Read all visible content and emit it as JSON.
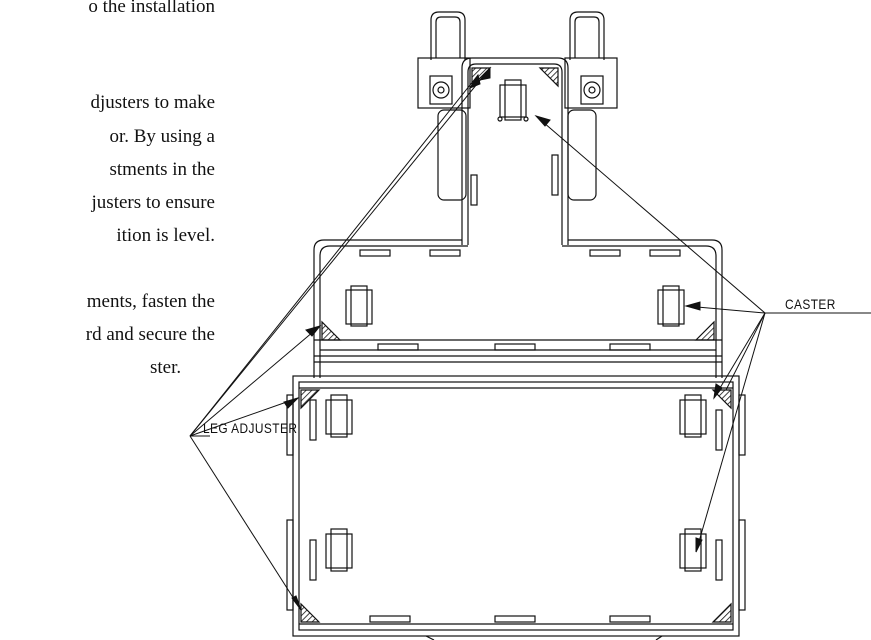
{
  "text_lines": [
    "o the installation",
    "djusters to make",
    "or.  By using a",
    "stments in the",
    "justers to ensure",
    "ition is level.",
    "ments, fasten the",
    "rd and secure the",
    "ster."
  ],
  "callouts": {
    "leg_adjuster": "LEG ADJUSTER",
    "caster": "CASTER"
  }
}
